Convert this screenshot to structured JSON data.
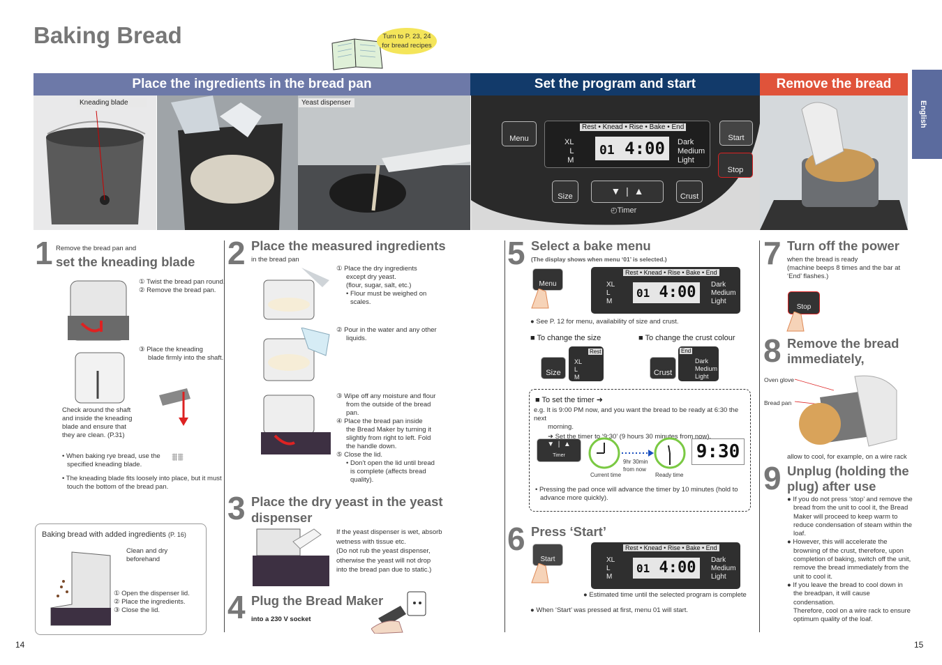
{
  "page_title": "Baking Bread",
  "bubble": {
    "line1": "Turn to P. 23, 24",
    "line2": "for bread recipes"
  },
  "bands": {
    "b1": "Place the ingredients in the bread pan",
    "b2": "Set the program and start",
    "b3": "Remove the bread"
  },
  "side_tab": "English",
  "photo_labels": {
    "kneading": "Kneading blade",
    "yeast": "Yeast dispenser"
  },
  "panel": {
    "menu": "Menu",
    "start": "Start",
    "stop": "Stop",
    "size": "Size",
    "crust": "Crust",
    "timer": "Timer",
    "phases": "Rest • Knead • Rise • Bake • End",
    "xl": "XL",
    "l": "L",
    "m": "M",
    "dark": "Dark",
    "medium": "Medium",
    "light": "Light",
    "menu_no": "01",
    "time": "4:00",
    "timer_time": "9:30"
  },
  "s1": {
    "num": "1",
    "pre": "Remove the bread pan and",
    "head": "set the kneading blade",
    "a": "① Twist the bread pan round.",
    "b": "② Remove the bread pan.",
    "c1": "③ Place the kneading",
    "c2": "blade firmly into the shaft.",
    "check1": "Check around the shaft",
    "check2": "and inside the kneading",
    "check3": "blade and ensure that",
    "check4": "they are clean. (P.31)",
    "rye1": "• When baking rye bread, use the",
    "rye2": "specified kneading blade.",
    "fit1": "• The kneading blade fits loosely into place, but it must",
    "fit2": "touch the bottom of the bread pan."
  },
  "box": {
    "title": "Baking bread with added ingredients",
    "ref": "(P. 16)",
    "clean1": "Clean and dry",
    "clean2": "beforehand",
    "a": "① Open the dispenser lid.",
    "b": "② Place the ingredients.",
    "c": "③ Close the lid."
  },
  "s2": {
    "num": "2",
    "head": "Place the measured ingredients",
    "sub": "in the bread pan",
    "a1": "① Place the dry ingredients",
    "a2": "except dry yeast.",
    "a3": "(flour, sugar, salt, etc.)",
    "a4": "• Flour must be weighed on",
    "a5": "scales.",
    "b1": "② Pour in the water and any other",
    "b2": "liquids.",
    "c1": "③ Wipe off any moisture and flour",
    "c2": "from the outside of the bread",
    "c3": "pan.",
    "d1": "④ Place the bread pan inside",
    "d2": "the Bread Maker by turning it",
    "d3": "slightly from right to left. Fold",
    "d4": "the handle down.",
    "e1": "⑤ Close the lid.",
    "e2": "• Don’t open the lid until bread",
    "e3": "is complete (affects bread",
    "e4": "quality)."
  },
  "s3": {
    "num": "3",
    "head1": "Place the dry yeast in the yeast",
    "head2": "dispenser",
    "t1": "If the yeast dispenser is wet, absorb",
    "t2": "wetness with tissue etc.",
    "t3": "(Do not rub the yeast dispenser,",
    "t4": "otherwise the yeast will not drop",
    "t5": "into the bread pan due to static.)"
  },
  "s4": {
    "num": "4",
    "head": "Plug the Bread Maker",
    "sub": "into a 230 V socket"
  },
  "s5": {
    "num": "5",
    "head": "Select a bake menu",
    "sub": "(The display shows when menu ‘01’ is selected.)",
    "note": "● See P. 12 for menu, availability of size and crust.",
    "size_t": "■ To change the size",
    "crust_t": "■ To change the crust colour",
    "timer_t": "■ To set the timer ➜",
    "eg1": "e.g. It is 9:00 PM now, and you want the bread to be ready at 6:30 the next",
    "eg2": "morning.",
    "eg3": "➜ Set the timer to ‘9:30’ (9 hours 30 minutes from now).",
    "cur": "Current time",
    "ready": "Ready time",
    "dur1": "9hr 30min",
    "dur2": "from now",
    "press1": "• Pressing the pad once will advance the timer by 10 minutes (hold to",
    "press2": "advance more quickly)."
  },
  "s6": {
    "num": "6",
    "head": "Press ‘Start’",
    "est": "● Estimated time until the selected program is complete",
    "when": "● When ‘Start’ was pressed at first, menu 01 will start."
  },
  "s7": {
    "num": "7",
    "head": "Turn off the power",
    "t1": "when the bread is ready",
    "t2": "(machine beeps 8 times and the bar at",
    "t3": "‘End’ flashes.)"
  },
  "s8": {
    "num": "8",
    "head1": "Remove the bread",
    "head2": "immediately,",
    "glove": "Oven glove",
    "pan": "Bread pan",
    "cool": "allow to cool, for example, on a wire rack"
  },
  "s9": {
    "num": "9",
    "head1": "Unplug (holding the",
    "head2": "plug) after use",
    "p1": [
      "● If you do not press ‘stop’ and remove the",
      "bread from the unit to cool it, the Bread",
      "Maker will proceed to keep warm to",
      "reduce condensation of steam within the",
      "loaf."
    ],
    "p2": [
      "● However, this will accelerate the",
      "browning of the crust, therefore, upon",
      "completion of baking, switch off the unit,",
      "remove the bread immediately from the",
      "unit to cool it."
    ],
    "p3": [
      "● If you leave the bread to cool down in",
      "the breadpan, it will cause condensation.",
      "Therefore, cool on a wire rack to ensure",
      "optimum quality of the loaf."
    ]
  },
  "page_left": "14",
  "page_right": "15"
}
